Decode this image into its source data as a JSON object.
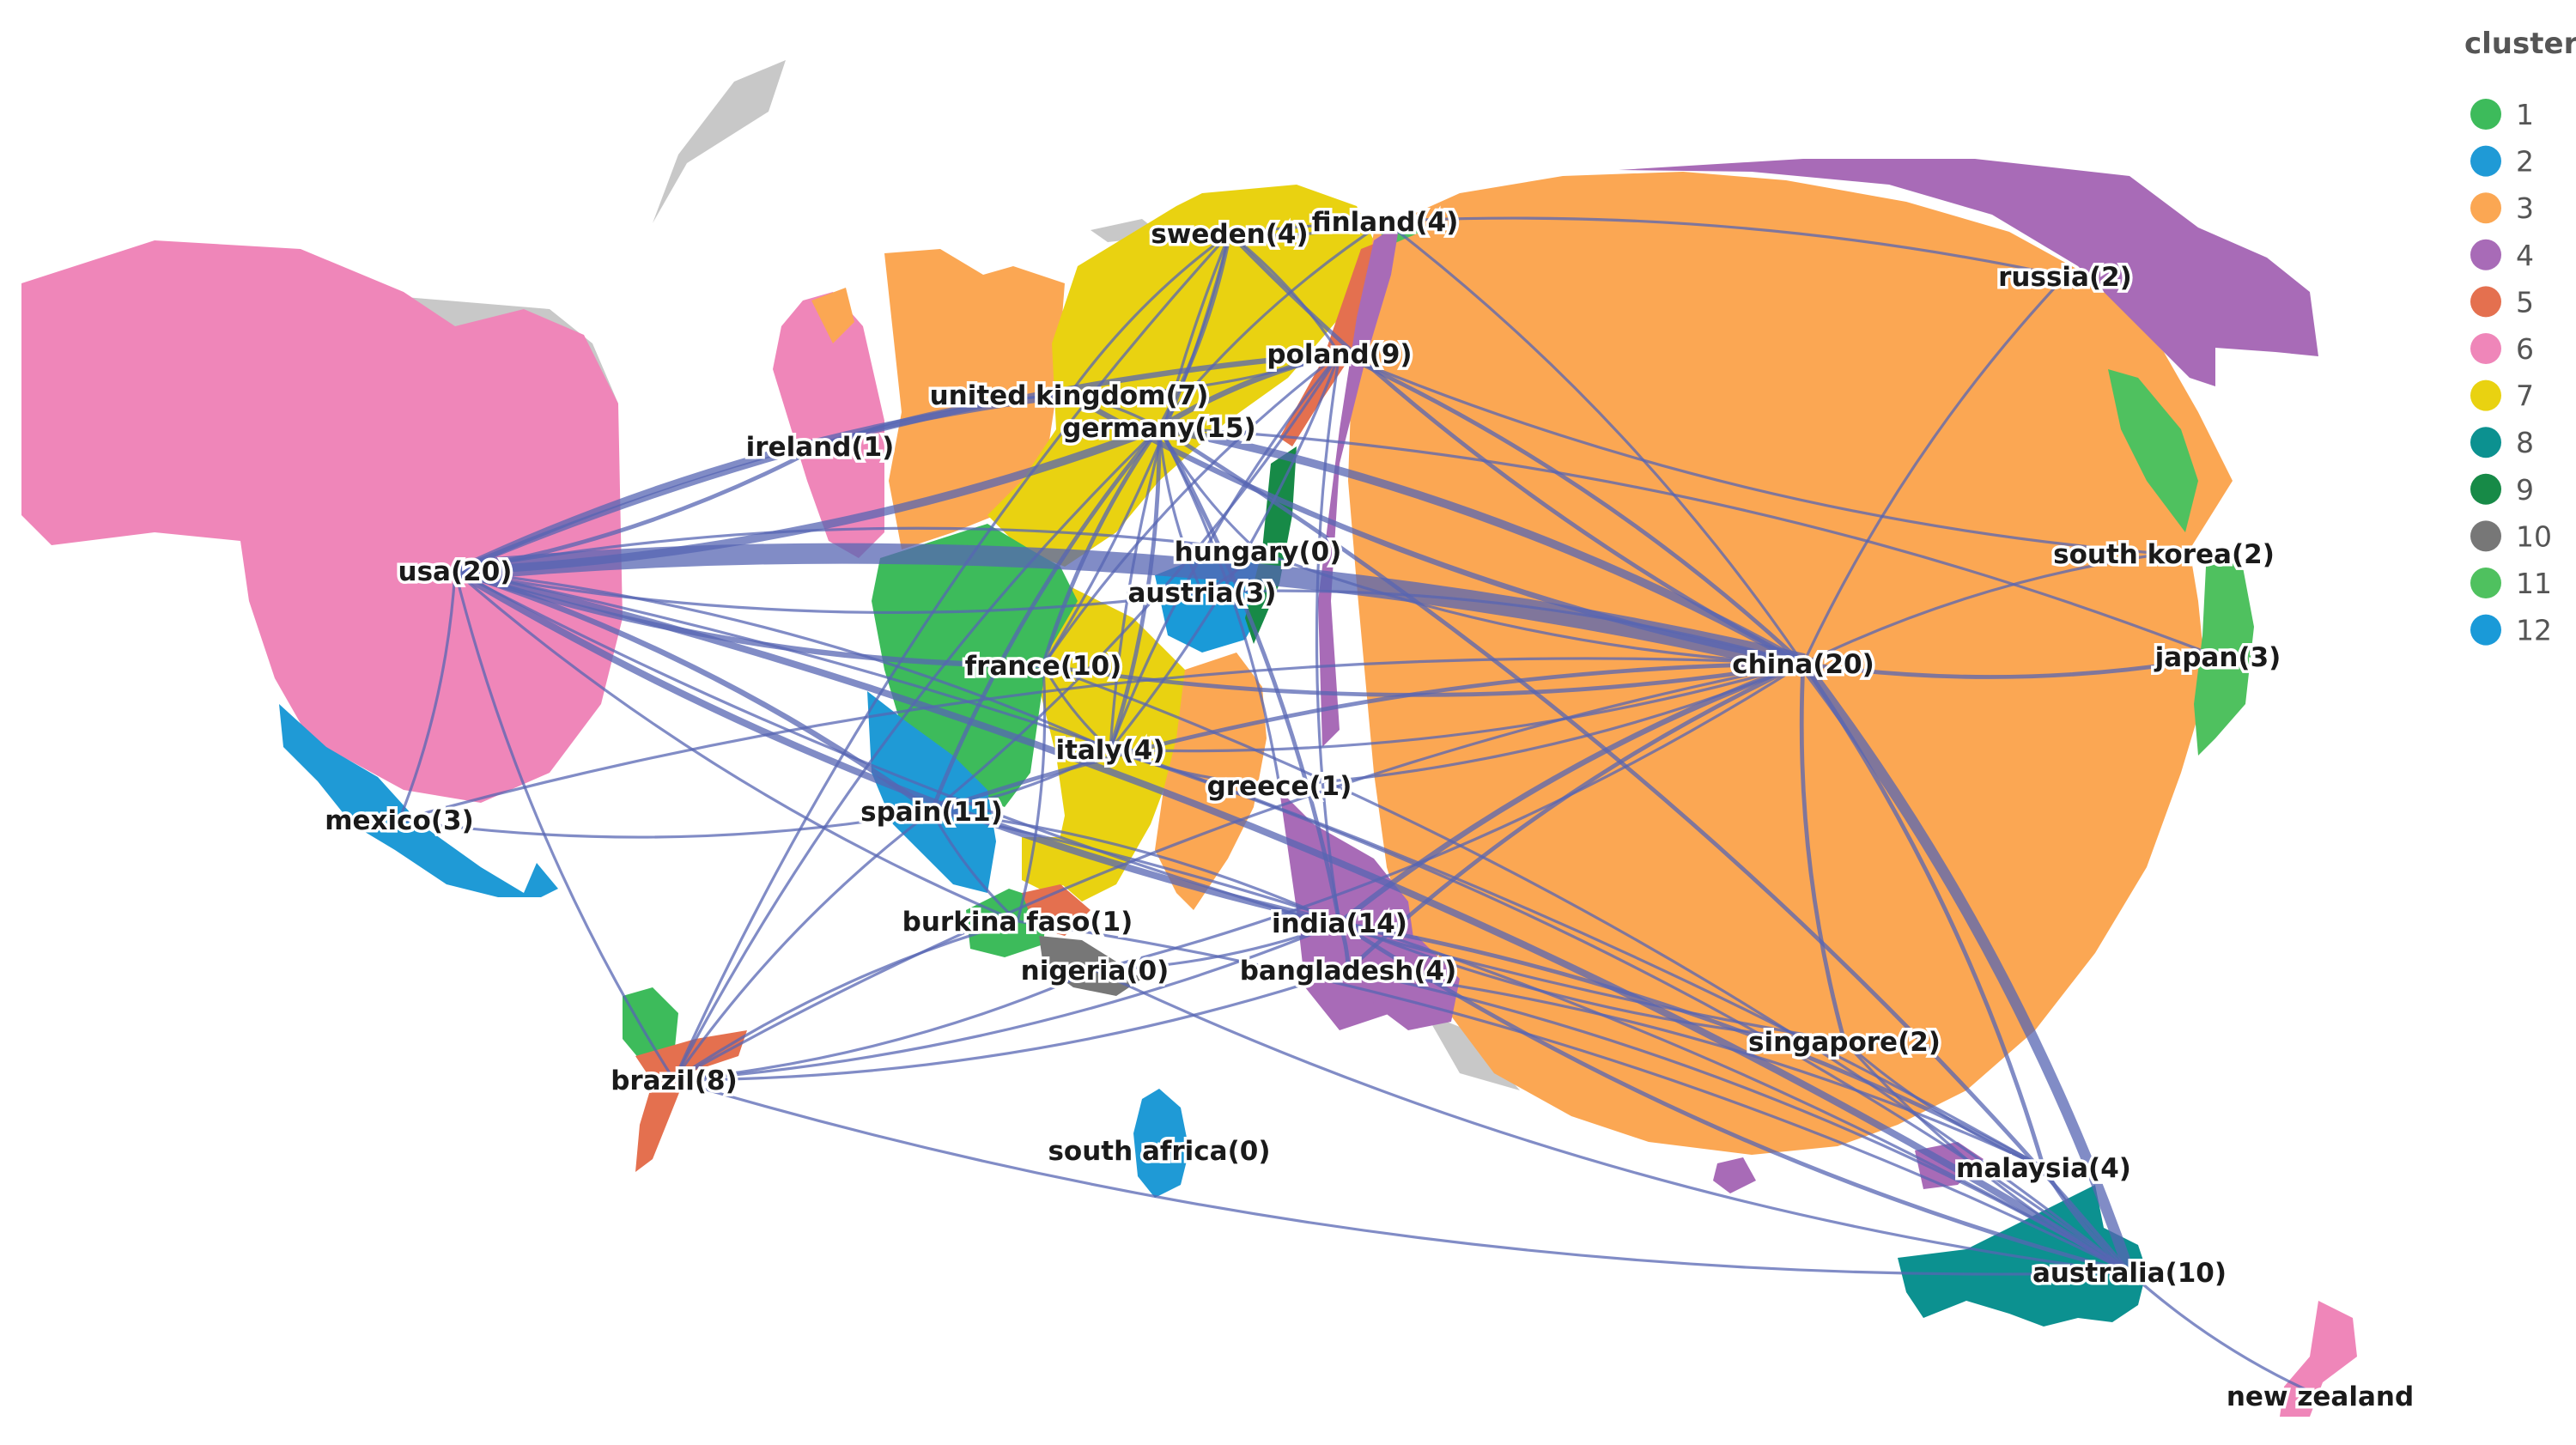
{
  "legend": {
    "title": "cluster",
    "items": [
      {
        "label": "1",
        "color": "#3dbb5b"
      },
      {
        "label": "2",
        "color": "#1f9ad6"
      },
      {
        "label": "3",
        "color": "#fba753"
      },
      {
        "label": "4",
        "color": "#a86bb7"
      },
      {
        "label": "5",
        "color": "#e4704f"
      },
      {
        "label": "6",
        "color": "#ef86b9"
      },
      {
        "label": "7",
        "color": "#e9d211"
      },
      {
        "label": "8",
        "color": "#0c9190"
      },
      {
        "label": "9",
        "color": "#178a47"
      },
      {
        "label": "10",
        "color": "#777777"
      },
      {
        "label": "11",
        "color": "#4fc15f"
      },
      {
        "label": "12",
        "color": "#1a9ad8"
      }
    ]
  },
  "link_color": "#5766b3",
  "countries": [
    {
      "id": "usa",
      "label": "usa(20)",
      "cluster": "6"
    },
    {
      "id": "china",
      "label": "china(20)",
      "cluster": "3"
    },
    {
      "id": "germany",
      "label": "germany(15)",
      "cluster": "7"
    },
    {
      "id": "india",
      "label": "india(14)",
      "cluster": "4"
    },
    {
      "id": "spain",
      "label": "spain(11)",
      "cluster": "2"
    },
    {
      "id": "france",
      "label": "france(10)",
      "cluster": "1"
    },
    {
      "id": "australia",
      "label": "australia(10)",
      "cluster": "8"
    },
    {
      "id": "poland",
      "label": "poland(9)",
      "cluster": "5"
    },
    {
      "id": "brazil",
      "label": "brazil(8)",
      "cluster": "5"
    },
    {
      "id": "uk",
      "label": "united  kingdom(7)",
      "cluster": "3"
    },
    {
      "id": "sweden",
      "label": "sweden(4)",
      "cluster": "7"
    },
    {
      "id": "finland",
      "label": "finland(4)",
      "cluster": "11"
    },
    {
      "id": "italy",
      "label": "italy(4)",
      "cluster": "7"
    },
    {
      "id": "bangladesh",
      "label": "bangladesh(4)",
      "cluster": "4"
    },
    {
      "id": "malaysia",
      "label": "malaysia(4)",
      "cluster": "4"
    },
    {
      "id": "austria",
      "label": "austria(3)",
      "cluster": "12"
    },
    {
      "id": "mexico",
      "label": "mexico(3)",
      "cluster": "2"
    },
    {
      "id": "japan",
      "label": "japan(3)",
      "cluster": "11"
    },
    {
      "id": "russia",
      "label": "russia(2)",
      "cluster": "4"
    },
    {
      "id": "south_korea",
      "label": "south  korea(2)",
      "cluster": "11"
    },
    {
      "id": "singapore",
      "label": "singapore(2)",
      "cluster": "3"
    },
    {
      "id": "ireland",
      "label": "ireland(1)",
      "cluster": "6"
    },
    {
      "id": "greece",
      "label": "greece(1)",
      "cluster": "3"
    },
    {
      "id": "burkina_faso",
      "label": "burkina  faso(1)",
      "cluster": "1"
    },
    {
      "id": "hungary",
      "label": "hungary(0)",
      "cluster": "9"
    },
    {
      "id": "nigeria",
      "label": "nigeria(0)",
      "cluster": "10"
    },
    {
      "id": "south_africa",
      "label": "south  africa(0)",
      "cluster": "2"
    },
    {
      "id": "new_zealand",
      "label": "new  zealand",
      "cluster": "6"
    }
  ],
  "links": [
    [
      "usa",
      "china",
      14
    ],
    [
      "usa",
      "germany",
      5
    ],
    [
      "usa",
      "uk",
      4
    ],
    [
      "usa",
      "ireland",
      2
    ],
    [
      "usa",
      "poland",
      3
    ],
    [
      "usa",
      "france",
      3
    ],
    [
      "usa",
      "spain",
      3
    ],
    [
      "usa",
      "india",
      4
    ],
    [
      "usa",
      "australia",
      4
    ],
    [
      "usa",
      "brazil",
      1
    ],
    [
      "usa",
      "mexico",
      1
    ],
    [
      "usa",
      "austria",
      1
    ],
    [
      "usa",
      "hungary",
      1
    ],
    [
      "usa",
      "burkina_faso",
      1
    ],
    [
      "usa",
      "italy",
      1
    ],
    [
      "usa",
      "singapore",
      1
    ],
    [
      "usa",
      "malaysia",
      1
    ],
    [
      "china",
      "germany",
      5
    ],
    [
      "china",
      "uk",
      3
    ],
    [
      "china",
      "india",
      3
    ],
    [
      "china",
      "australia",
      7
    ],
    [
      "china",
      "japan",
      2
    ],
    [
      "china",
      "south_korea",
      1
    ],
    [
      "china",
      "singapore",
      2
    ],
    [
      "china",
      "russia",
      1
    ],
    [
      "china",
      "poland",
      2
    ],
    [
      "china",
      "sweden",
      2
    ],
    [
      "china",
      "spain",
      2
    ],
    [
      "china",
      "france",
      2
    ],
    [
      "china",
      "bangladesh",
      2
    ],
    [
      "china",
      "malaysia",
      2
    ],
    [
      "china",
      "brazil",
      1
    ],
    [
      "china",
      "italy",
      1
    ],
    [
      "china",
      "austria",
      1
    ],
    [
      "china",
      "greece",
      1
    ],
    [
      "china",
      "finland",
      1
    ],
    [
      "china",
      "hungary",
      1
    ],
    [
      "china",
      "mexico",
      1
    ],
    [
      "china",
      "nigeria",
      1
    ],
    [
      "germany",
      "sweden",
      2
    ],
    [
      "germany",
      "poland",
      3
    ],
    [
      "germany",
      "france",
      2
    ],
    [
      "germany",
      "italy",
      2
    ],
    [
      "germany",
      "spain",
      2
    ],
    [
      "germany",
      "india",
      2
    ],
    [
      "germany",
      "austria",
      1
    ],
    [
      "germany",
      "australia",
      2
    ],
    [
      "germany",
      "uk",
      1
    ],
    [
      "germany",
      "japan",
      1
    ],
    [
      "germany",
      "brazil",
      1
    ],
    [
      "germany",
      "finland",
      1
    ],
    [
      "germany",
      "hungary",
      1
    ],
    [
      "germany",
      "greece",
      1
    ],
    [
      "poland",
      "sweden",
      1
    ],
    [
      "poland",
      "spain",
      1
    ],
    [
      "poland",
      "india",
      1
    ],
    [
      "poland",
      "uk",
      1
    ],
    [
      "poland",
      "south_korea",
      1
    ],
    [
      "poland",
      "italy",
      1
    ],
    [
      "poland",
      "france",
      1
    ],
    [
      "india",
      "bangladesh",
      2
    ],
    [
      "india",
      "australia",
      2
    ],
    [
      "india",
      "malaysia",
      2
    ],
    [
      "india",
      "spain",
      1
    ],
    [
      "india",
      "brazil",
      1
    ],
    [
      "india",
      "singapore",
      1
    ],
    [
      "india",
      "nigeria",
      1
    ],
    [
      "spain",
      "brazil",
      1
    ],
    [
      "spain",
      "australia",
      1
    ],
    [
      "spain",
      "italy",
      1
    ],
    [
      "spain",
      "mexico",
      1
    ],
    [
      "spain",
      "burkina_faso",
      1
    ],
    [
      "france",
      "australia",
      1
    ],
    [
      "france",
      "italy",
      1
    ],
    [
      "france",
      "burkina_faso",
      1
    ],
    [
      "france",
      "sweden",
      1
    ],
    [
      "australia",
      "malaysia",
      2
    ],
    [
      "australia",
      "bangladesh",
      1
    ],
    [
      "australia",
      "brazil",
      1
    ],
    [
      "australia",
      "new_zealand",
      1
    ],
    [
      "australia",
      "singapore",
      1
    ],
    [
      "australia",
      "burkina_faso",
      1
    ],
    [
      "australia",
      "nigeria",
      1
    ],
    [
      "australia",
      "italy",
      1
    ],
    [
      "brazil",
      "burkina_faso",
      1
    ],
    [
      "brazil",
      "nigeria",
      1
    ],
    [
      "brazil",
      "sweden",
      1
    ],
    [
      "brazil",
      "bangladesh",
      1
    ],
    [
      "uk",
      "sweden",
      1
    ],
    [
      "uk",
      "ireland",
      1
    ],
    [
      "italy",
      "sweden",
      1
    ],
    [
      "italy",
      "greece",
      1
    ],
    [
      "italy",
      "poland",
      1
    ],
    [
      "malaysia",
      "bangladesh",
      1
    ],
    [
      "malaysia",
      "singapore",
      1
    ],
    [
      "sweden",
      "finland",
      1
    ],
    [
      "sweden",
      "russia",
      1
    ],
    [
      "austria",
      "hungary",
      1
    ]
  ]
}
